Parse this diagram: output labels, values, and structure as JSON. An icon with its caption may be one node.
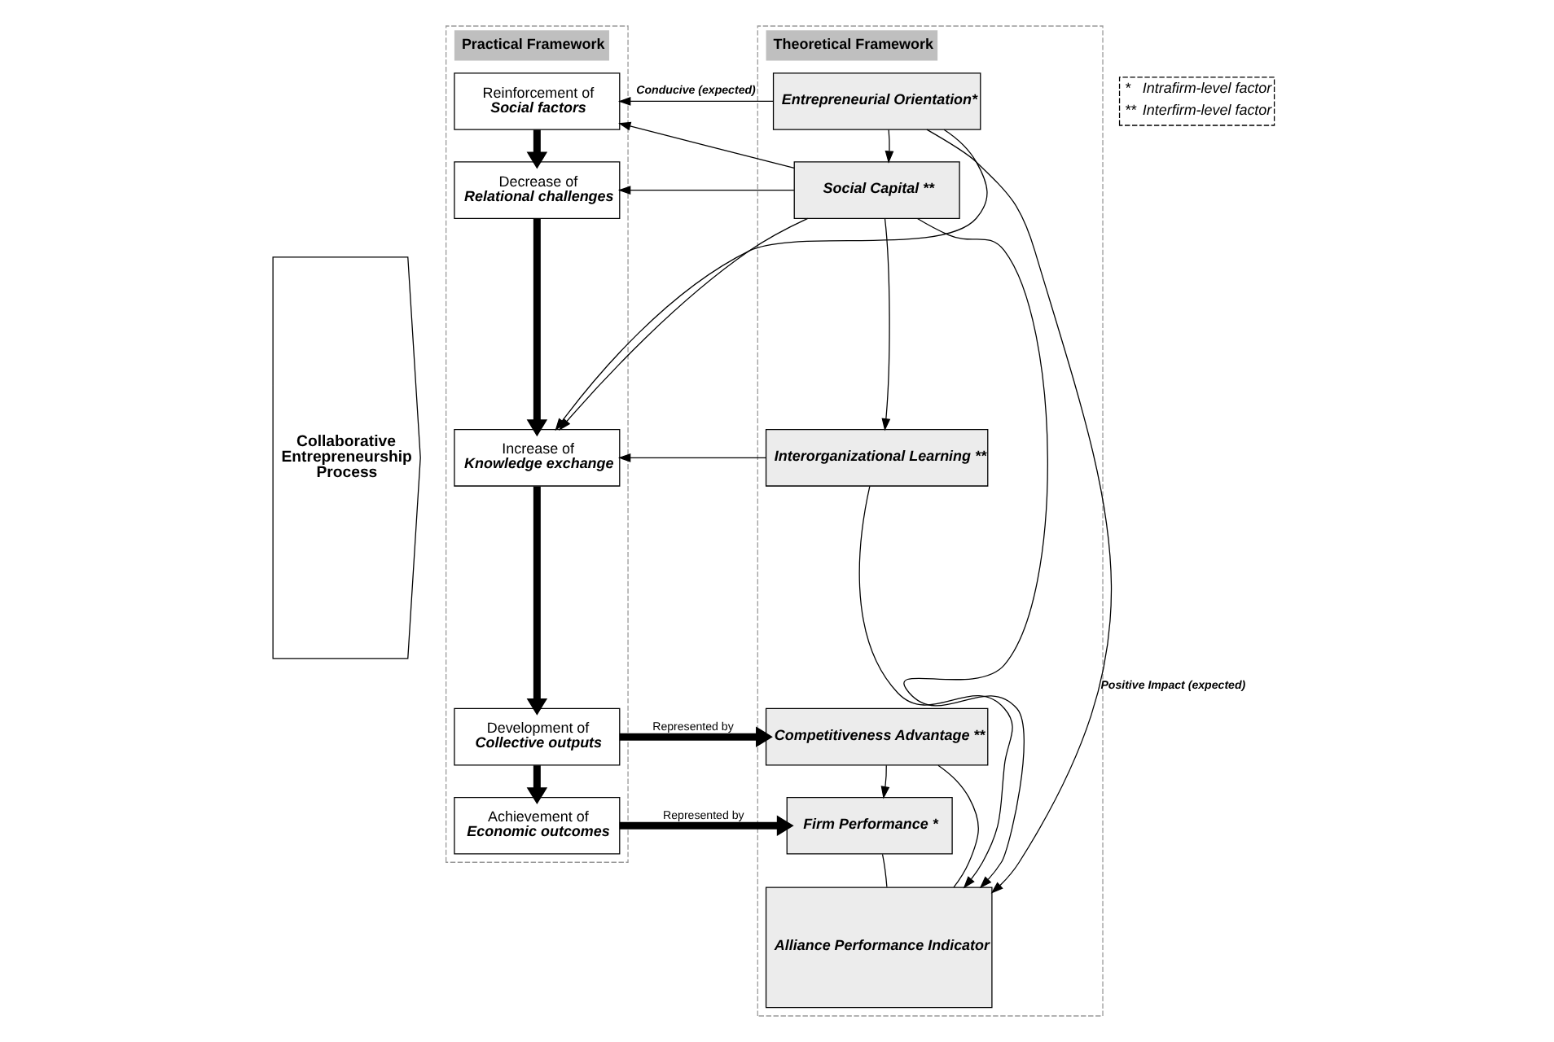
{
  "diagram": {
    "nodes": [
      {
        "text": [
          "Practical Framework"
        ]
      },
      {
        "text": [
          "Theoretical Framework"
        ]
      },
      {
        "text": [
          "Reinforcement of",
          "Social factors"
        ],
        "in": 0
      },
      {
        "text": [
          "Decrease of",
          "Relational challenges"
        ],
        "in": 0
      },
      {
        "text": [
          "Increase of",
          "Knowledge exchange"
        ],
        "in": 0
      },
      {
        "text": [
          "Development of",
          "Collective outputs"
        ],
        "in": 0
      },
      {
        "text": [
          "Achievement of",
          "Economic outcomes"
        ],
        "in": 0
      },
      {
        "text": [
          "Entrepreneurial Orientation*"
        ],
        "in": 1
      },
      {
        "text": [
          "Social Capital **"
        ],
        "in": 1
      },
      {
        "text": [
          "Interorganizational Learning **"
        ],
        "in": 1
      },
      {
        "text": [
          "Competitiveness Advantage **"
        ],
        "in": 1
      },
      {
        "text": [
          "Firm Performance *"
        ],
        "in": 1
      },
      {
        "text": [
          "Alliance Performance Indicator"
        ],
        "in": 1
      },
      {
        "text": [
          "Collaborative Entrepreneurship Process"
        ]
      }
    ],
    "edges": [
      {
        "from": 7,
        "to": 2,
        "arrow": "to",
        "label": "Conducive (expected)"
      },
      {
        "from": 7,
        "to": 4,
        "arrow": "to"
      },
      {
        "from": 8,
        "to": 2,
        "arrow": "to"
      },
      {
        "from": 8,
        "to": 3,
        "arrow": "to"
      },
      {
        "from": 8,
        "to": 4,
        "arrow": "to"
      },
      {
        "from": 9,
        "to": 4,
        "arrow": "to"
      },
      {
        "from": 7,
        "to": 8,
        "arrow": "to"
      },
      {
        "from": 8,
        "to": 9,
        "arrow": "to"
      },
      {
        "from": 7,
        "to": 12,
        "arrow": "to",
        "label": "Positive Impact (expected)"
      },
      {
        "from": 8,
        "to": 12,
        "arrow": "to"
      },
      {
        "from": 9,
        "to": 12,
        "arrow": "to"
      },
      {
        "from": 10,
        "to": 11,
        "arrow": "to"
      },
      {
        "from": 10,
        "to": 12,
        "arrow": "none"
      },
      {
        "from": 11,
        "to": 12,
        "arrow": "none"
      },
      {
        "from": 2,
        "to": 3,
        "arrow": "to",
        "style": "thick"
      },
      {
        "from": 3,
        "to": 4,
        "arrow": "to",
        "style": "thick"
      },
      {
        "from": 4,
        "to": 5,
        "arrow": "to",
        "style": "thick"
      },
      {
        "from": 5,
        "to": 6,
        "arrow": "to",
        "style": "thick"
      },
      {
        "from": 5,
        "to": 10,
        "arrow": "to",
        "style": "thick",
        "label": "Represented by"
      },
      {
        "from": 6,
        "to": 11,
        "arrow": "to",
        "style": "thick",
        "label": "Represented by"
      }
    ],
    "labels": [
      "*",
      "Intrafirm-level factor",
      "**",
      "Interfirm-level factor"
    ]
  }
}
